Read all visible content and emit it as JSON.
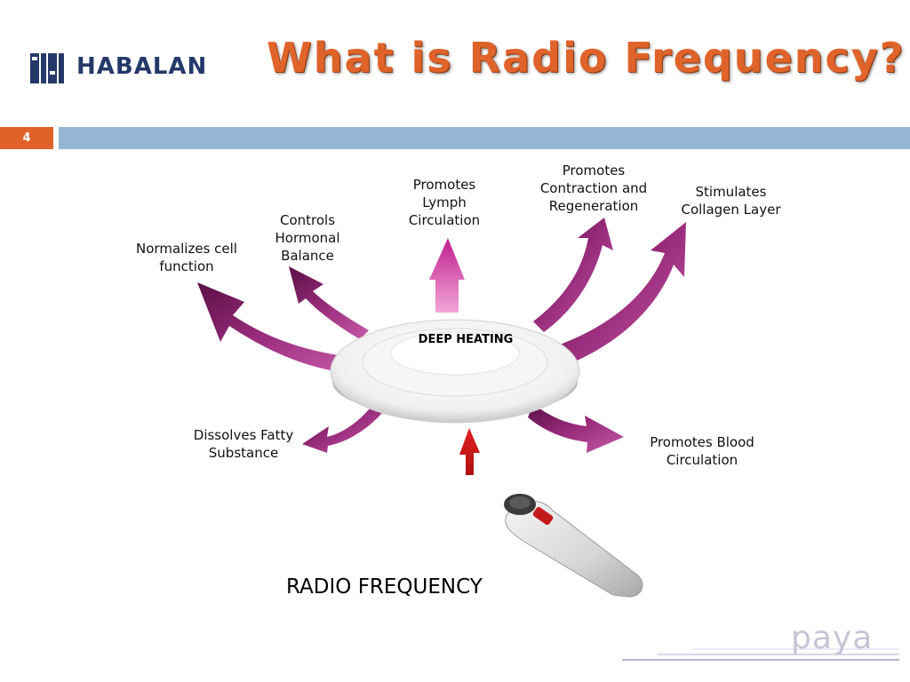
{
  "title": "What is Radio Frequency?",
  "logo": {
    "text": "HABALAN",
    "mark_text": "HABALAN"
  },
  "slide_number": "4",
  "center_label": "DEEP HEATING",
  "device_label": "RADIO FREQUENCY",
  "footer_logo": {
    "text": "paya"
  },
  "effects": [
    {
      "id": "normalizes",
      "label": "Normalizes cell function"
    },
    {
      "id": "hormonal",
      "label": "Controls Hormonal Balance"
    },
    {
      "id": "lymph",
      "label": "Promotes Lymph Circulation"
    },
    {
      "id": "contraction",
      "label": "Promotes Contraction and Regeneration"
    },
    {
      "id": "collagen",
      "label": "Stimulates Collagen Layer"
    },
    {
      "id": "fatty",
      "label": "Dissolves Fatty Substance"
    },
    {
      "id": "blood",
      "label": "Promotes Blood Circulation"
    }
  ],
  "colors": {
    "title": "#e0632a",
    "arrow_purple": "#7a1a5e",
    "arrow_pink": "#d63aa8",
    "input_arrow": "#cc1a1a",
    "top_bar": "#94b6d2",
    "number_box": "#e0622a"
  }
}
